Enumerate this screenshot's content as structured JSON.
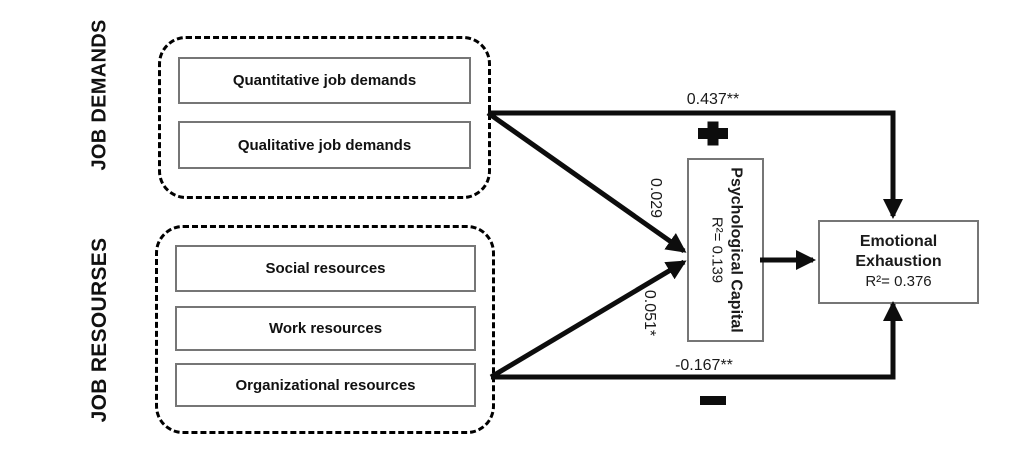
{
  "groups": [
    {
      "label": "JOB DEMANDS",
      "items": [
        {
          "label": "Quantitative job demands"
        },
        {
          "label": "Qualitative job demands"
        }
      ]
    },
    {
      "label": "JOB RESOURSES",
      "items": [
        {
          "label": "Social resources"
        },
        {
          "label": "Work resources"
        },
        {
          "label": "Organizational resources"
        }
      ]
    }
  ],
  "mediator": {
    "title": "Psychological Capital",
    "r_squared": "R²= 0.139"
  },
  "outcome": {
    "title_line1": "Emotional",
    "title_line2": "Exhaustion",
    "r_squared": "R²= 0.376"
  },
  "paths": [
    {
      "id": "job-demands-to-emotional-exhaustion",
      "coefficient": "0.437**",
      "sign": "+"
    },
    {
      "id": "job-demands-to-psychological-capital",
      "coefficient": "0.029",
      "sign": ""
    },
    {
      "id": "job-resources-to-psychological-capital",
      "coefficient": "0.051*",
      "sign": ""
    },
    {
      "id": "job-resources-to-emotional-exhaustion",
      "coefficient": "-0.167**",
      "sign": "−"
    },
    {
      "id": "psychological-capital-to-emotional-exhaustion",
      "coefficient": "",
      "sign": ""
    }
  ],
  "colors": {
    "background": "#ffffff",
    "line": "#0d0d0d",
    "dashed_border": "#000000",
    "box_border": "#767676",
    "text": "#1a1a1a"
  }
}
